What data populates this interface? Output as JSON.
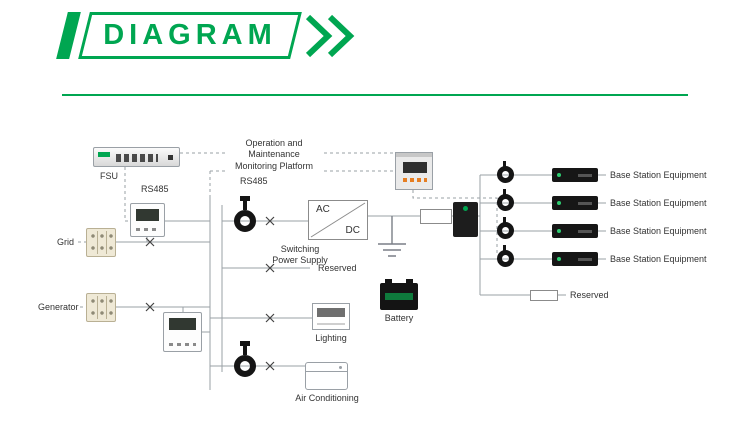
{
  "header": {
    "title": "DIAGRAM"
  },
  "labels": {
    "platform": "Operation and Maintenance\nMonitoring Platform",
    "fsu": "FSU",
    "rs485_a": "RS485",
    "rs485_b": "RS485",
    "grid": "Grid",
    "generator": "Generator",
    "switching_power_supply": "Switching\nPower Supply",
    "reserved_mid": "Reserved",
    "battery": "Battery",
    "lighting": "Lighting",
    "air_conditioning": "Air Conditioning",
    "ac": "AC",
    "dc": "DC",
    "reserved_right": "Reserved"
  },
  "base_stations": [
    {
      "label": "Base Station Equipment"
    },
    {
      "label": "Base Station Equipment"
    },
    {
      "label": "Base Station Equipment"
    },
    {
      "label": "Base Station Equipment"
    }
  ],
  "colors": {
    "brand_green": "#00a651",
    "line_gray": "#9aa0a6"
  }
}
